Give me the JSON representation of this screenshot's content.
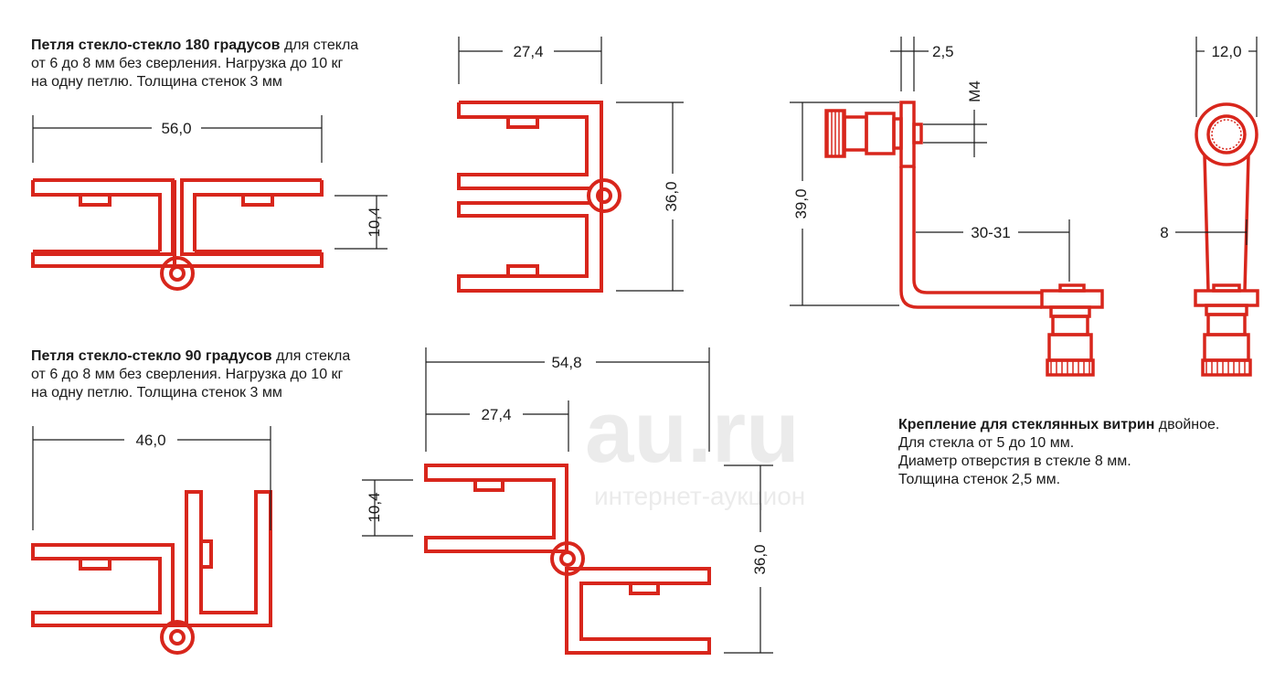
{
  "captions": {
    "hinge180": {
      "bold": "Петля стекло-стекло 180 градусов",
      "line1_rest": " для стекла",
      "line2": "от 6 до 8 мм без сверления. Нагрузка до 10 кг",
      "line3": "на одну петлю. Толщина стенок 3 мм"
    },
    "hinge90": {
      "bold": "Петля стекло-стекло 90 градусов",
      "line1_rest": " для стекла",
      "line2": "от 6 до 8 мм без сверления. Нагрузка до 10 кг",
      "line3": "на одну петлю. Толщина стенок 3 мм"
    },
    "mount": {
      "bold": "Крепление для стеклянных витрин",
      "line1_rest": " двойное.",
      "line2": "Для стекла от 5 до 10 мм.",
      "line3": "Диаметр отверстия в стекле 8 мм.",
      "line4": "Толщина стенок 2,5 мм."
    }
  },
  "dimensions": {
    "h180_width": "56,0",
    "h180_gap": "10,4",
    "h180side_width": "27,4",
    "h180side_height": "36,0",
    "h90_width": "46,0",
    "h90side_width_total": "54,8",
    "h90side_width_half": "27,4",
    "h90side_gap": "10,4",
    "h90side_height": "36,0",
    "mount_plate": "2,5",
    "mount_thread": "M4",
    "mount_height": "39,0",
    "mount_arm": "30-31",
    "mount_front_width": "12,0",
    "mount_front_hole": "8"
  },
  "watermark": {
    "logo": "au.ru",
    "sub": "интернет-аукцион"
  },
  "colors": {
    "part_stroke": "#d8261c",
    "dimension_line": "#1a1a1a"
  }
}
